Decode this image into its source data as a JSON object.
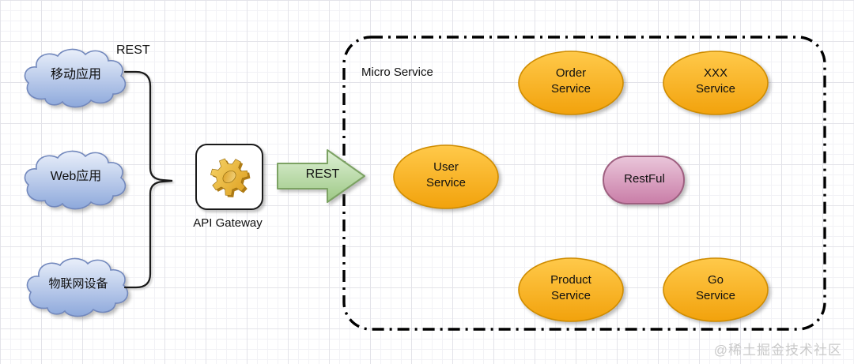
{
  "diagram": {
    "rest_top_label": "REST",
    "clients": [
      {
        "label": "移动应用"
      },
      {
        "label": "Web应用"
      },
      {
        "label": "物联网设备"
      }
    ],
    "gateway": {
      "label": "API Gateway"
    },
    "arrow_label": "REST",
    "container_title": "Micro Service",
    "services": [
      {
        "label": "Order\nService"
      },
      {
        "label": "XXX\nService"
      },
      {
        "label": "User\nService"
      },
      {
        "label": "Product\nService"
      },
      {
        "label": "Go\nService"
      }
    ],
    "restful_label": "RestFul"
  },
  "watermark": "@稀土掘金技术社区",
  "colors": {
    "outline": "#1a1a1a",
    "cloud_fill_top": "#e9effa",
    "cloud_fill_bottom": "#8da8db",
    "cloud_border": "#7288bd",
    "service_fill_top": "#ffc94a",
    "service_fill_bottom": "#f2a20c",
    "service_border": "#cf8c00",
    "restful_fill_top": "#eac6da",
    "restful_fill_bottom": "#c97da7",
    "restful_border": "#9e5f80",
    "arrow_fill_top": "#dff0d6",
    "arrow_fill_bottom": "#9cc884",
    "arrow_border": "#7ca263",
    "gear_light": "#f6d367",
    "gear_dark": "#dd9e1e"
  }
}
